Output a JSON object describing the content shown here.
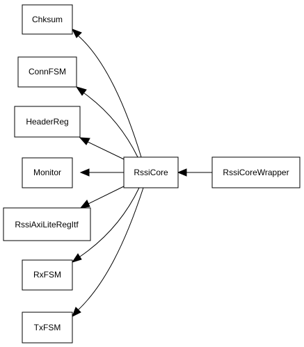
{
  "diagram": {
    "nodes": [
      {
        "id": "chksum",
        "label": "Chksum"
      },
      {
        "id": "connfsm",
        "label": "ConnFSM"
      },
      {
        "id": "headerreg",
        "label": "HeaderReg"
      },
      {
        "id": "monitor",
        "label": "Monitor"
      },
      {
        "id": "rssiaxiliteregitf",
        "label": "RssiAxiLiteRegItf"
      },
      {
        "id": "rxfsm",
        "label": "RxFSM"
      },
      {
        "id": "txfsm",
        "label": "TxFSM"
      },
      {
        "id": "rssicore",
        "label": "RssiCore"
      },
      {
        "id": "rssicorewrapper",
        "label": "RssiCoreWrapper"
      }
    ],
    "edges": [
      {
        "from": "rssicorewrapper",
        "to": "rssicore"
      },
      {
        "from": "rssicore",
        "to": "chksum"
      },
      {
        "from": "rssicore",
        "to": "connfsm"
      },
      {
        "from": "rssicore",
        "to": "headerreg"
      },
      {
        "from": "rssicore",
        "to": "monitor"
      },
      {
        "from": "rssicore",
        "to": "rssiaxiliteregitf"
      },
      {
        "from": "rssicore",
        "to": "rxfsm"
      },
      {
        "from": "rssicore",
        "to": "txfsm"
      }
    ]
  }
}
